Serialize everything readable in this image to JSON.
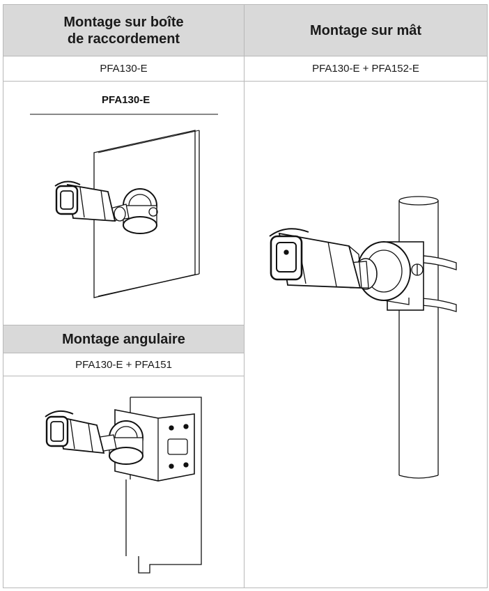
{
  "columns": {
    "left_header_line1": "Montage sur boîte",
    "left_header_line2": "de raccordement",
    "right_header": "Montage sur mât"
  },
  "models": {
    "left": "PFA130-E",
    "right": "PFA130-E + PFA152-E"
  },
  "junction_box_figure": {
    "label": "PFA130-E"
  },
  "corner": {
    "header": "Montage angulaire",
    "model": "PFA130-E + PFA151"
  },
  "icons": [
    "camera-wall-mount-illustration",
    "camera-pole-mount-illustration",
    "camera-corner-mount-illustration"
  ]
}
